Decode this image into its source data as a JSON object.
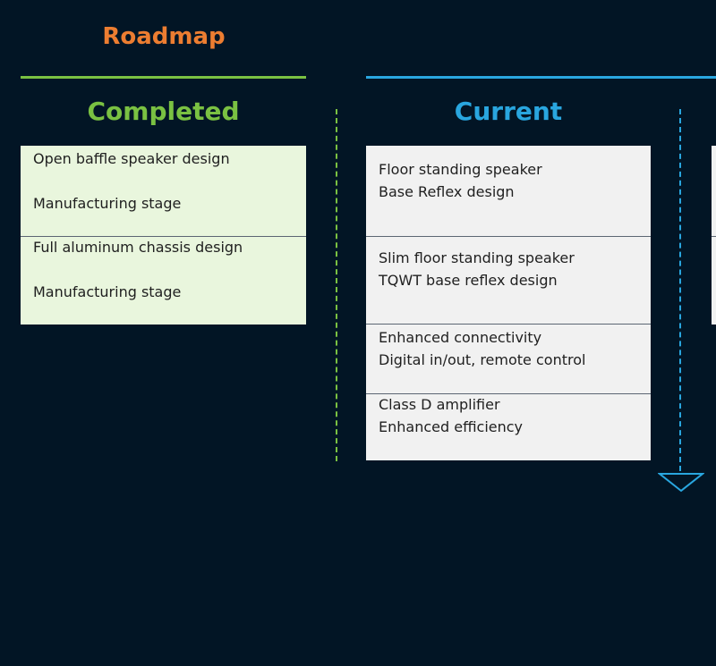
{
  "title": "Roadmap",
  "colors": {
    "background": "#021525",
    "title": "#ec7d31",
    "completed": "#7ac142",
    "current": "#29a6df",
    "completed_box": "#e9f6dd",
    "current_box": "#f1f1f1"
  },
  "completed": {
    "heading": "Completed",
    "items": [
      {
        "line1": "Open baffle speaker design",
        "line2": "Manufacturing stage"
      },
      {
        "line1": "Full aluminum chassis design",
        "line2": "Manufacturing stage"
      }
    ]
  },
  "current": {
    "heading": "Current",
    "items": [
      {
        "line1": "Floor standing speaker",
        "line2": "Base Reflex design"
      },
      {
        "line1": "Slim floor standing speaker",
        "line2": "TQWT base reflex design"
      },
      {
        "line1": "Enhanced connectivity",
        "line2": "Digital in/out, remote control"
      },
      {
        "line1": "Class D amplifier",
        "line2": "Enhanced efficiency"
      }
    ]
  },
  "icons": {
    "flow_arrow": "triangle-down-icon"
  }
}
